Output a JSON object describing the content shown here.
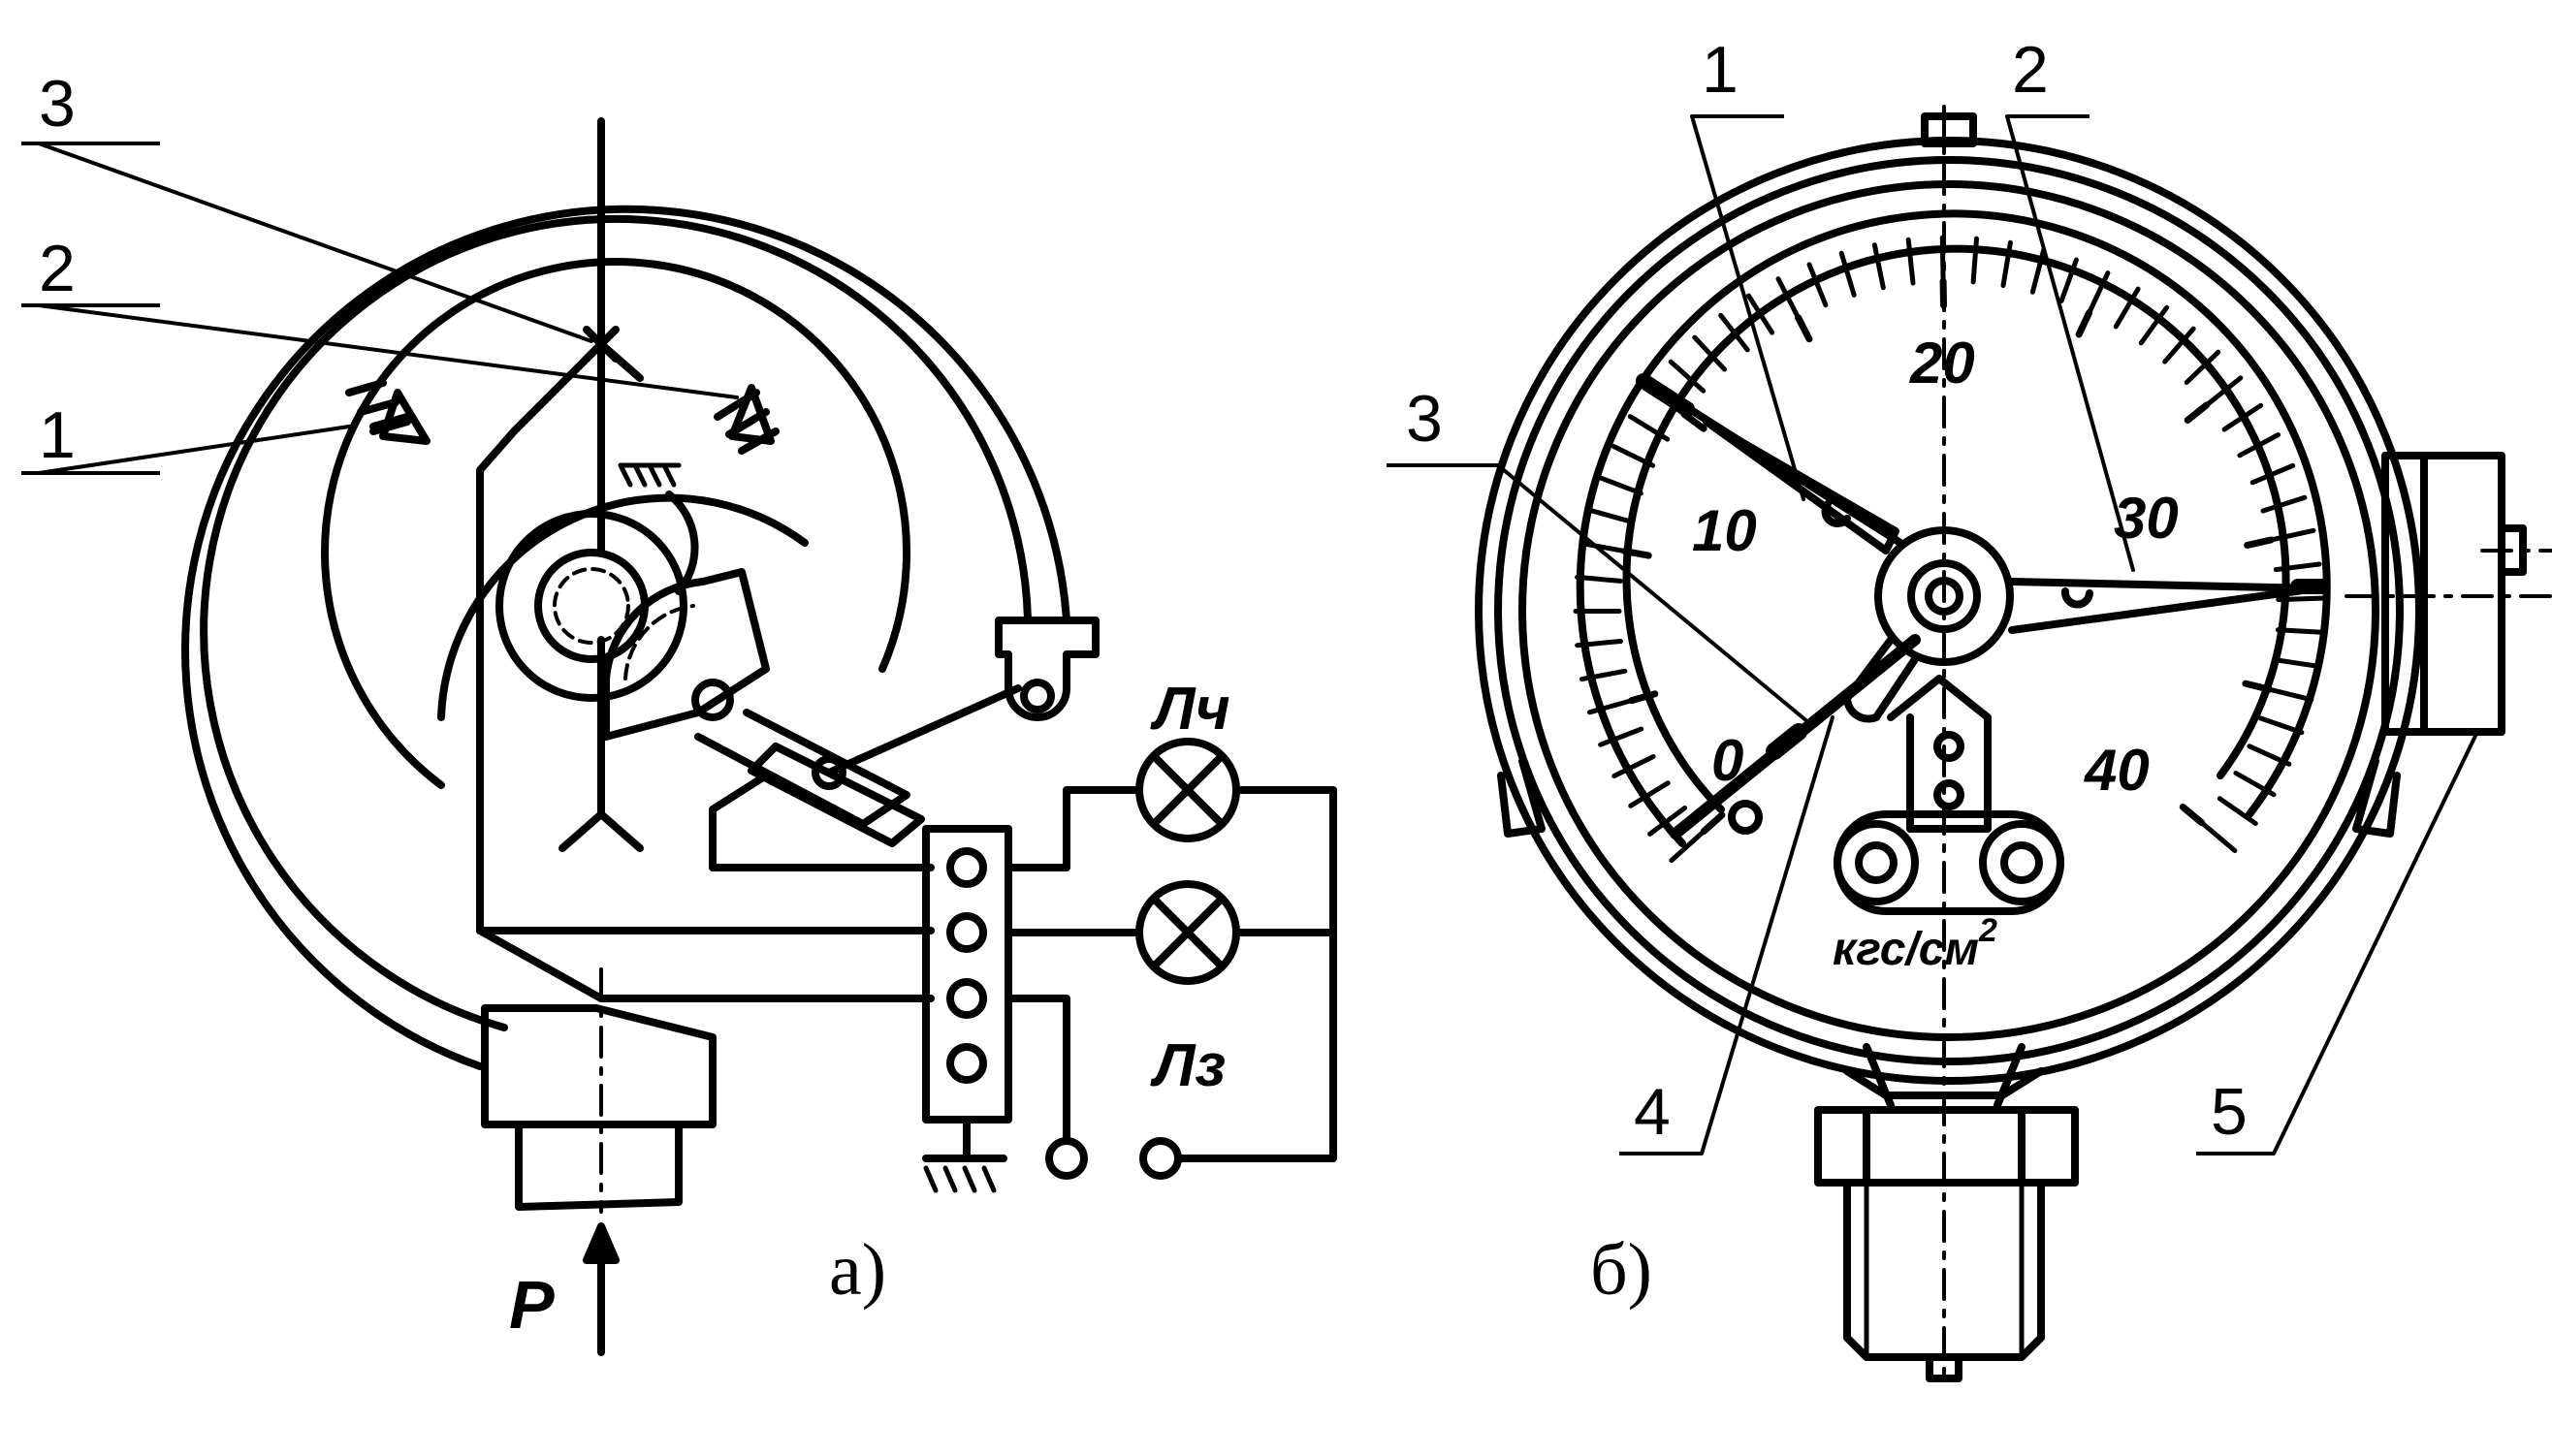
{
  "left": {
    "caption": "а)",
    "callouts": [
      "3",
      "2",
      "1"
    ],
    "lamps": [
      "Лч",
      "Лз"
    ],
    "pressure": "P"
  },
  "right": {
    "caption": "б)",
    "callouts": [
      "1",
      "2",
      "3",
      "4",
      "5"
    ],
    "scale_labels": [
      "0",
      "10",
      "20",
      "30",
      "40"
    ],
    "unit_base": "кгс/см",
    "unit_exp": "2"
  },
  "colors": {
    "ink": "#000000",
    "paper": "#ffffff"
  }
}
